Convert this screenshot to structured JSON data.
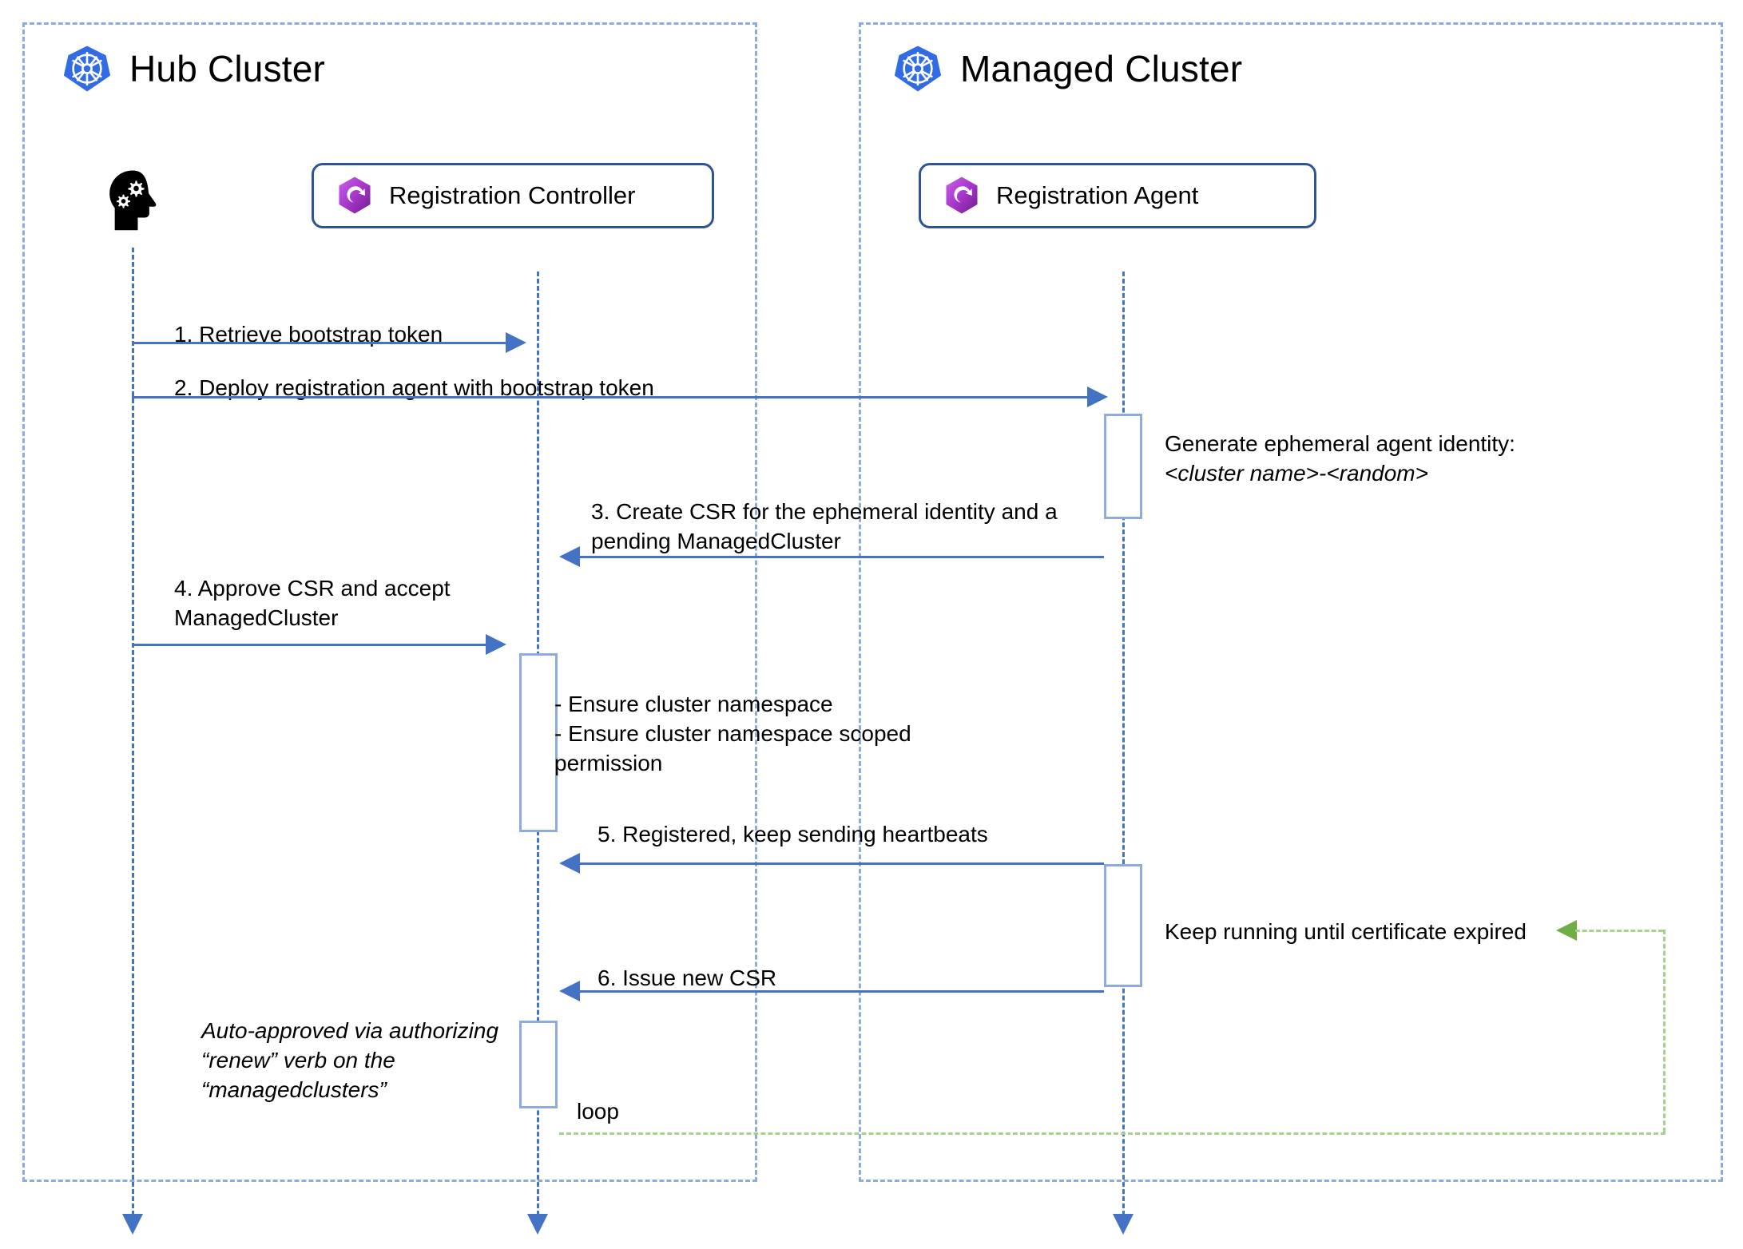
{
  "diagram": {
    "title": "Open Cluster Management registration sequence",
    "colors": {
      "frame_border": "#8faadc",
      "lifeline": "#4472c4",
      "message": "#4472c4",
      "participant_border": "#2f5496",
      "activation_border": "#8faadc",
      "loop": "#a9d18e",
      "loop_arrow": "#70ad47",
      "k8s_blue": "#326ce5",
      "ocm_purple": "#a333c8"
    }
  },
  "frames": [
    {
      "id": "hub",
      "title": "Hub Cluster",
      "icon": "kubernetes-icon"
    },
    {
      "id": "managed",
      "title": "Managed Cluster",
      "icon": "kubernetes-icon"
    }
  ],
  "participants": [
    {
      "id": "actor",
      "label": "",
      "icon": "head-with-gears-icon"
    },
    {
      "id": "registration-controller",
      "label": "Registration Controller",
      "icon": "ocm-icon"
    },
    {
      "id": "registration-agent",
      "label": "Registration Agent",
      "icon": "ocm-icon"
    }
  ],
  "messages": [
    {
      "num": "1",
      "label": "1. Retrieve bootstrap token",
      "from": "actor",
      "to": "registration-controller",
      "direction": "right"
    },
    {
      "num": "2",
      "label": "2. Deploy registration agent with bootstrap token",
      "from": "actor",
      "to": "registration-agent",
      "direction": "right"
    },
    {
      "num": "3",
      "label": "3. Create CSR for the ephemeral identity and a\npending ManagedCluster",
      "from": "registration-agent",
      "to": "registration-controller",
      "direction": "left"
    },
    {
      "num": "4",
      "label": "4. Approve CSR and accept\nManagedCluster",
      "from": "actor",
      "to": "registration-controller",
      "direction": "right"
    },
    {
      "num": "5",
      "label": "5. Registered, keep sending heartbeats",
      "from": "registration-agent",
      "to": "registration-controller",
      "direction": "left"
    },
    {
      "num": "6",
      "label": "6. Issue new CSR",
      "from": "registration-agent",
      "to": "registration-controller",
      "direction": "left"
    }
  ],
  "notes": [
    {
      "id": "ephemeral-identity",
      "line1": "Generate ephemeral agent identity:",
      "line2": "<cluster name>-<random>"
    },
    {
      "id": "namespace-actions",
      "text": "- Ensure cluster namespace\n- Ensure cluster namespace scoped\n  permission"
    },
    {
      "id": "keep-running",
      "text": "Keep running until certificate expired"
    },
    {
      "id": "auto-approved",
      "text": "Auto-approved via authorizing\n“renew” verb on the\n“managedclusters”"
    }
  ],
  "loop": {
    "label": "loop"
  }
}
